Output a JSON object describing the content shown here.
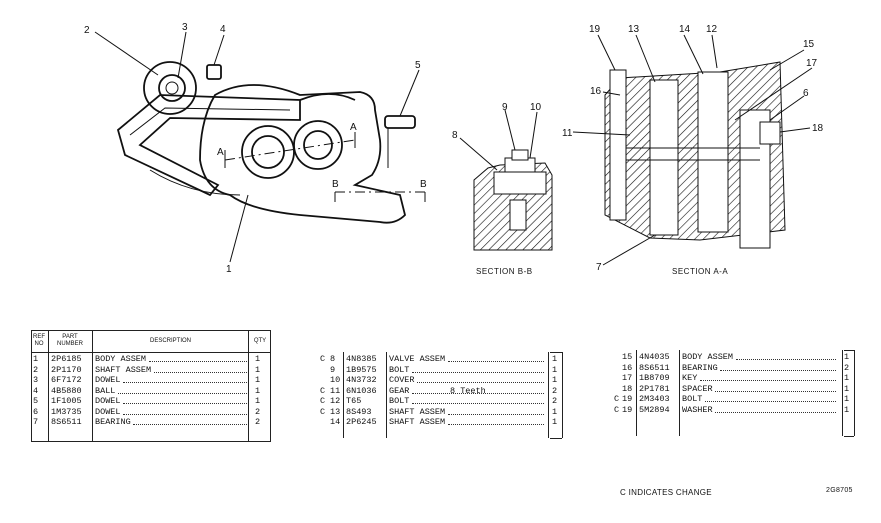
{
  "callouts": {
    "n1": "1",
    "n2": "2",
    "n3": "3",
    "n4": "4",
    "n5": "5",
    "n6": "6",
    "n7": "7",
    "n8": "8",
    "n9": "9",
    "n10": "10",
    "n11": "11",
    "n12": "12",
    "n13": "13",
    "n14": "14",
    "n15": "15",
    "n16": "16",
    "n17": "17",
    "n18": "18",
    "n19": "19"
  },
  "section_marks": {
    "a": "A",
    "b": "B"
  },
  "captions": {
    "section_bb": "SECTION B-B",
    "section_aa": "SECTION A-A"
  },
  "table_header": {
    "ref_no": "REF NO",
    "part_number": "PART NUMBER",
    "description": "DESCRIPTION",
    "qty": "QTY"
  },
  "table1": [
    {
      "chg": "",
      "no": "1",
      "pn": "2P6185",
      "desc": "BODY ASSEM",
      "qty": "1"
    },
    {
      "chg": "",
      "no": "2",
      "pn": "2P1170",
      "desc": "SHAFT ASSEM",
      "qty": "1"
    },
    {
      "chg": "",
      "no": "3",
      "pn": "6F7172",
      "desc": "DOWEL",
      "qty": "1"
    },
    {
      "chg": "",
      "no": "4",
      "pn": "4B5880",
      "desc": "BALL",
      "qty": "1"
    },
    {
      "chg": "",
      "no": "5",
      "pn": "1F1005",
      "desc": "DOWEL",
      "qty": "1"
    },
    {
      "chg": "",
      "no": "6",
      "pn": "1M3735",
      "desc": "DOWEL",
      "qty": "2"
    },
    {
      "chg": "",
      "no": "7",
      "pn": "8S6511",
      "desc": "BEARING",
      "qty": "2"
    }
  ],
  "table2": [
    {
      "chg": "C",
      "no": "8",
      "pn": "4N8385",
      "desc": "VALVE ASSEM",
      "qty": "1"
    },
    {
      "chg": "",
      "no": "9",
      "pn": "1B9575",
      "desc": "BOLT",
      "qty": "1"
    },
    {
      "chg": "",
      "no": "10",
      "pn": "4N3732",
      "desc": "COVER",
      "qty": "1"
    },
    {
      "chg": "C",
      "no": "11",
      "pn": "6N1036",
      "desc": "GEAR",
      "note": "8 Teeth",
      "qty": "2"
    },
    {
      "chg": "C",
      "no": "12",
      "pn": "T65",
      "desc": "BOLT",
      "qty": "2"
    },
    {
      "chg": "C",
      "no": "13",
      "pn": "8S493",
      "desc": "SHAFT ASSEM",
      "qty": "1"
    },
    {
      "chg": "",
      "no": "14",
      "pn": "2P6245",
      "desc": "SHAFT ASSEM",
      "qty": "1"
    }
  ],
  "table3": [
    {
      "chg": "",
      "no": "15",
      "pn": "4N4035",
      "desc": "BODY ASSEM",
      "qty": "1"
    },
    {
      "chg": "",
      "no": "16",
      "pn": "8S6511",
      "desc": "BEARING",
      "qty": "2"
    },
    {
      "chg": "",
      "no": "17",
      "pn": "1B8709",
      "desc": "KEY",
      "qty": "1"
    },
    {
      "chg": "",
      "no": "18",
      "pn": "2P1781",
      "desc": "SPACER",
      "qty": "1"
    },
    {
      "chg": "C",
      "no": "19",
      "pn": "2M3403",
      "desc": "BOLT",
      "qty": "1"
    },
    {
      "chg": "C",
      "no": "19",
      "pn": "5M2894",
      "desc": "WASHER",
      "qty": "1"
    }
  ],
  "footer": {
    "change_note": "C INDICATES CHANGE",
    "fig_number": "2G8705"
  }
}
